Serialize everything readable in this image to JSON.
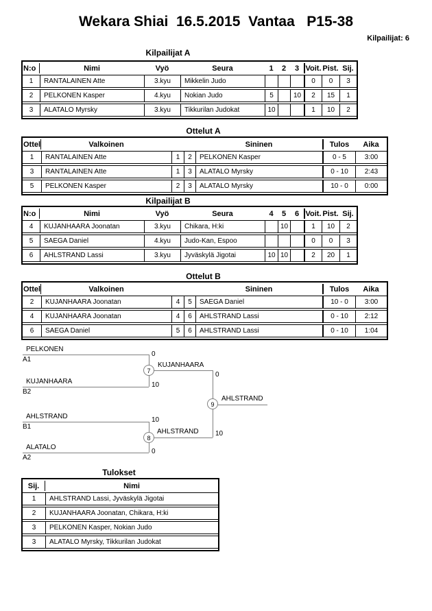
{
  "page": {
    "title": "Wekara Shiai  16.5.2015  Vantaa   P15-38",
    "competitors_label": "Kilpailijat: 6"
  },
  "pool_a": {
    "heading": "Kilpailijat A",
    "headers": {
      "no": "N:o",
      "name": "Nimi",
      "belt": "Vyö",
      "club": "Seura",
      "m1": "1",
      "m2": "2",
      "m3": "3",
      "wins": "Voit.",
      "points": "Pist.",
      "place": "Sij."
    },
    "rows": [
      {
        "no": "1",
        "name": "RANTALAINEN Atte",
        "belt": "3.kyu",
        "club": "Mikkelin Judo",
        "m1": "",
        "m2": "",
        "m3": "",
        "wins": "0",
        "points": "0",
        "place": "3"
      },
      {
        "no": "2",
        "name": "PELKONEN Kasper",
        "belt": "4.kyu",
        "club": "Nokian Judo",
        "m1": "5",
        "m2": "",
        "m3": "10",
        "wins": "2",
        "points": "15",
        "place": "1"
      },
      {
        "no": "3",
        "name": "ALATALO Myrsky",
        "belt": "3.kyu",
        "club": "Tikkurilan Judokat",
        "m1": "10",
        "m2": "",
        "m3": "",
        "wins": "1",
        "points": "10",
        "place": "2"
      }
    ]
  },
  "matches_a": {
    "heading": "Ottelut A",
    "headers": {
      "match": "Ottelu",
      "white": "Valkoinen",
      "blue": "Sininen",
      "result": "Tulos",
      "time": "Aika"
    },
    "rows": [
      {
        "match": "1",
        "white": "RANTALAINEN Atte",
        "wno": "1",
        "bno": "2",
        "blue": "PELKONEN Kasper",
        "result": "0 - 5",
        "time": "3:00"
      },
      {
        "match": "3",
        "white": "RANTALAINEN Atte",
        "wno": "1",
        "bno": "3",
        "blue": "ALATALO Myrsky",
        "result": "0 - 10",
        "time": "2:43"
      },
      {
        "match": "5",
        "white": "PELKONEN Kasper",
        "wno": "2",
        "bno": "3",
        "blue": "ALATALO Myrsky",
        "result": "10 - 0",
        "time": "0:00"
      }
    ]
  },
  "pool_b": {
    "heading": "Kilpailijat B",
    "headers": {
      "no": "N:o",
      "name": "Nimi",
      "belt": "Vyö",
      "club": "Seura",
      "m1": "4",
      "m2": "5",
      "m3": "6",
      "wins": "Voit.",
      "points": "Pist.",
      "place": "Sij."
    },
    "rows": [
      {
        "no": "4",
        "name": "KUJANHAARA Joonatan",
        "belt": "3.kyu",
        "club": "Chikara, H:ki",
        "m1": "",
        "m2": "10",
        "m3": "",
        "wins": "1",
        "points": "10",
        "place": "2"
      },
      {
        "no": "5",
        "name": "SAEGA Daniel",
        "belt": "4.kyu",
        "club": "Judo-Kan, Espoo",
        "m1": "",
        "m2": "",
        "m3": "",
        "wins": "0",
        "points": "0",
        "place": "3"
      },
      {
        "no": "6",
        "name": "AHLSTRAND Lassi",
        "belt": "3.kyu",
        "club": "Jyväskylä Jigotai",
        "m1": "10",
        "m2": "10",
        "m3": "",
        "wins": "2",
        "points": "20",
        "place": "1"
      }
    ]
  },
  "matches_b": {
    "heading": "Ottelut B",
    "headers": {
      "match": "Ottelu",
      "white": "Valkoinen",
      "blue": "Sininen",
      "result": "Tulos",
      "time": "Aika"
    },
    "rows": [
      {
        "match": "2",
        "white": "KUJANHAARA Joonatan",
        "wno": "4",
        "bno": "5",
        "blue": "SAEGA Daniel",
        "result": "10 - 0",
        "time": "3:00"
      },
      {
        "match": "4",
        "white": "KUJANHAARA Joonatan",
        "wno": "4",
        "bno": "6",
        "blue": "AHLSTRAND Lassi",
        "result": "0 - 10",
        "time": "2:12"
      },
      {
        "match": "6",
        "white": "SAEGA Daniel",
        "wno": "5",
        "bno": "6",
        "blue": "AHLSTRAND Lassi",
        "result": "0 - 10",
        "time": "1:04"
      }
    ]
  },
  "bracket": {
    "slot1": {
      "name": "PELKONEN",
      "seed": "A1",
      "score": "0"
    },
    "slot2": {
      "name": "KUJANHAARA",
      "seed": "B2",
      "score": "10"
    },
    "slot3": {
      "name": "AHLSTRAND",
      "seed": "B1",
      "score": "10"
    },
    "slot4": {
      "name": "ALATALO",
      "seed": "A2",
      "score": "0"
    },
    "semi1": {
      "number": "7",
      "winner": "KUJANHAARA",
      "score": "0"
    },
    "semi2": {
      "number": "8",
      "winner": "AHLSTRAND",
      "score": "10"
    },
    "final": {
      "number": "9",
      "winner": "AHLSTRAND"
    }
  },
  "results": {
    "heading": "Tulokset",
    "headers": {
      "place": "Sij.",
      "name": "Nimi"
    },
    "rows": [
      {
        "place": "1",
        "name": "AHLSTRAND Lassi, Jyväskylä Jigotai"
      },
      {
        "place": "2",
        "name": "KUJANHAARA Joonatan, Chikara, H:ki"
      },
      {
        "place": "3",
        "name": "PELKONEN Kasper, Nokian Judo"
      },
      {
        "place": "3",
        "name": "ALATALO Myrsky, Tikkurilan Judokat"
      }
    ]
  },
  "colors": {
    "border": "#000000",
    "bracket_line": "#7f7f7f",
    "background": "#ffffff"
  }
}
